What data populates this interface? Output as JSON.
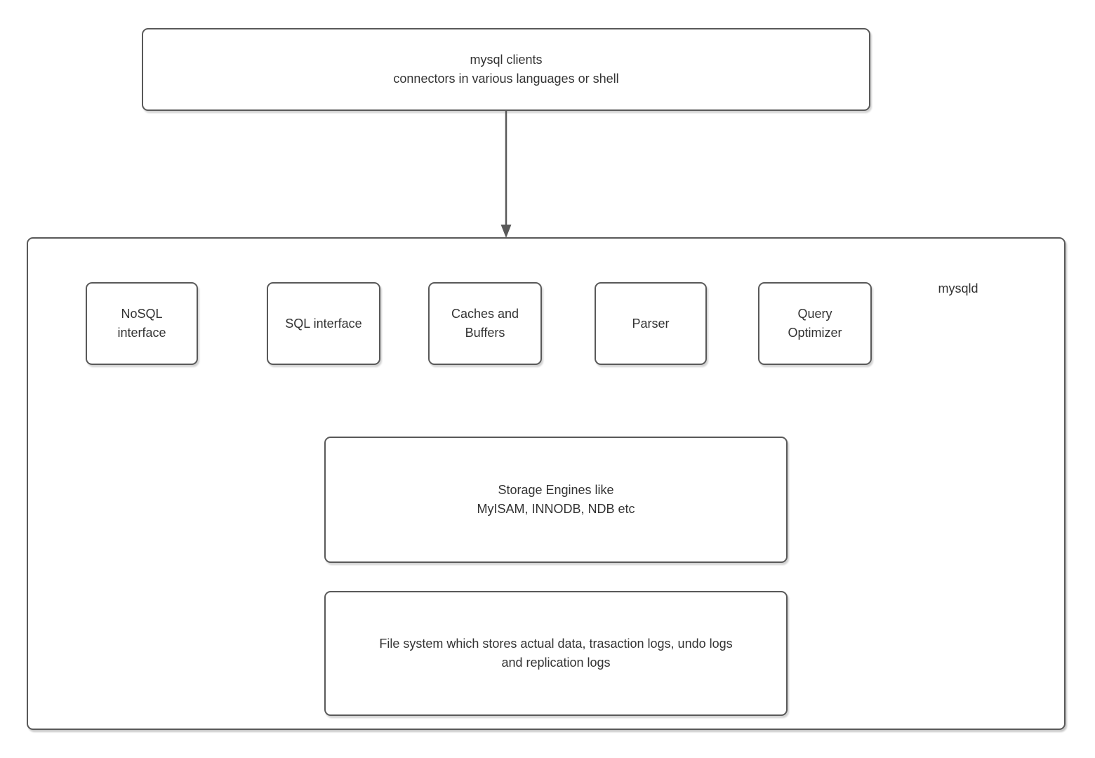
{
  "colors": {
    "background": "#ffffff",
    "border": "#595959",
    "text": "#333333",
    "arrow": "#595959"
  },
  "diagram": {
    "clients": {
      "label": "mysql clients\nconnectors in various languages or shell"
    },
    "arrow": {
      "from": "mysql clients",
      "to": "mysqld",
      "direction": "down"
    },
    "mysqld_label": "mysqld",
    "components": [
      {
        "label": "NoSQL\ninterface"
      },
      {
        "label": "SQL interface"
      },
      {
        "label": "Caches and\nBuffers"
      },
      {
        "label": "Parser"
      },
      {
        "label": "Query\nOptimizer"
      }
    ],
    "storage": {
      "label": "Storage Engines like\nMyISAM, INNODB, NDB etc"
    },
    "filesystem": {
      "label": "File system which stores actual data, trasaction logs, undo logs\nand replication logs"
    }
  }
}
